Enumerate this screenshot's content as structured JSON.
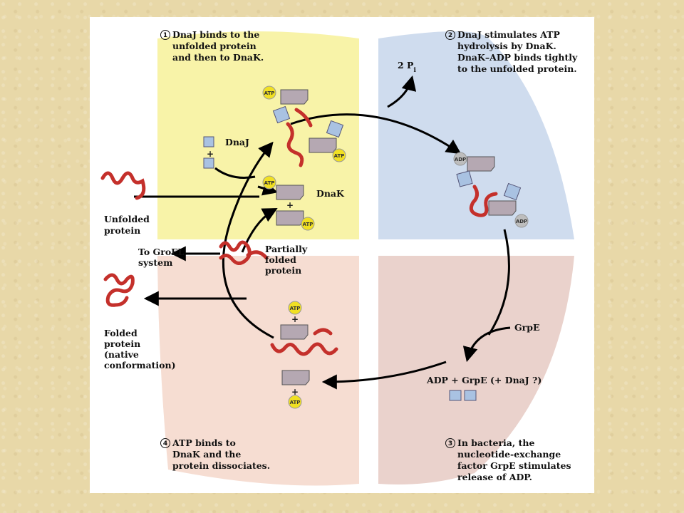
{
  "colors": {
    "quadrant1": "#f8f3a8",
    "quadrant2": "#cfdcee",
    "quadrant3": "#ead2cc",
    "quadrant4": "#f6ddd2",
    "dnak": "#b5a8b2",
    "dnaj": "#a9c2e2",
    "atp": "#f1e022",
    "adp": "#bdbdbd",
    "protein": "#c4302b"
  },
  "steps": [
    {
      "number": "1",
      "lines": [
        "DnaJ binds to the",
        "unfolded protein",
        "and then to DnaK."
      ]
    },
    {
      "number": "2",
      "lines": [
        "DnaJ stimulates ATP",
        "hydrolysis by DnaK.",
        "DnaK–ADP binds tightly",
        "to the unfolded protein."
      ]
    },
    {
      "number": "3",
      "lines": [
        "In bacteria, the",
        "nucleotide-exchange",
        "factor GrpE stimulates",
        "release of ADP."
      ]
    },
    {
      "number": "4",
      "lines": [
        "ATP binds to",
        "DnaK and the",
        "protein dissociates."
      ]
    }
  ],
  "labels": {
    "dnaj": "DnaJ",
    "dnak": "DnaK",
    "unfolded": [
      "Unfolded",
      "protein"
    ],
    "groel": [
      "To GroEL",
      "system"
    ],
    "partially": [
      "Partially",
      "folded",
      "protein"
    ],
    "folded": [
      "Folded",
      "protein",
      "(native",
      "conformation)"
    ],
    "grpe": "GrpE",
    "release": "ADP + GrpE (+ DnaJ ?)",
    "pi_prefix": "2 P",
    "pi_sub": "i",
    "atp": "ATP",
    "adp": "ADP",
    "plus": "+"
  }
}
